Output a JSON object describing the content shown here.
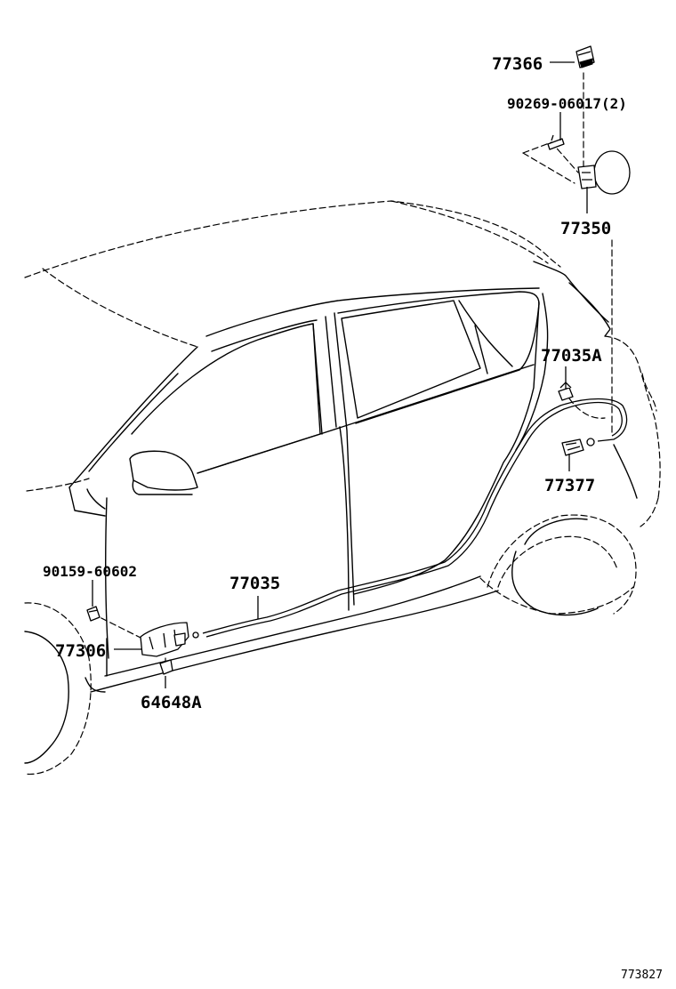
{
  "parts": [
    {
      "id": "label-77366",
      "number": "77366"
    },
    {
      "id": "label-90269",
      "number": "90269-06017(2)"
    },
    {
      "id": "label-77350",
      "number": "77350"
    },
    {
      "id": "label-77035a",
      "number": "77035A"
    },
    {
      "id": "label-77377",
      "number": "77377"
    },
    {
      "id": "label-90159",
      "number": "90159-60602"
    },
    {
      "id": "label-77035",
      "number": "77035"
    },
    {
      "id": "label-77306",
      "number": "77306"
    },
    {
      "id": "label-64648a",
      "number": "64648A"
    }
  ],
  "illustration_id": "773827"
}
